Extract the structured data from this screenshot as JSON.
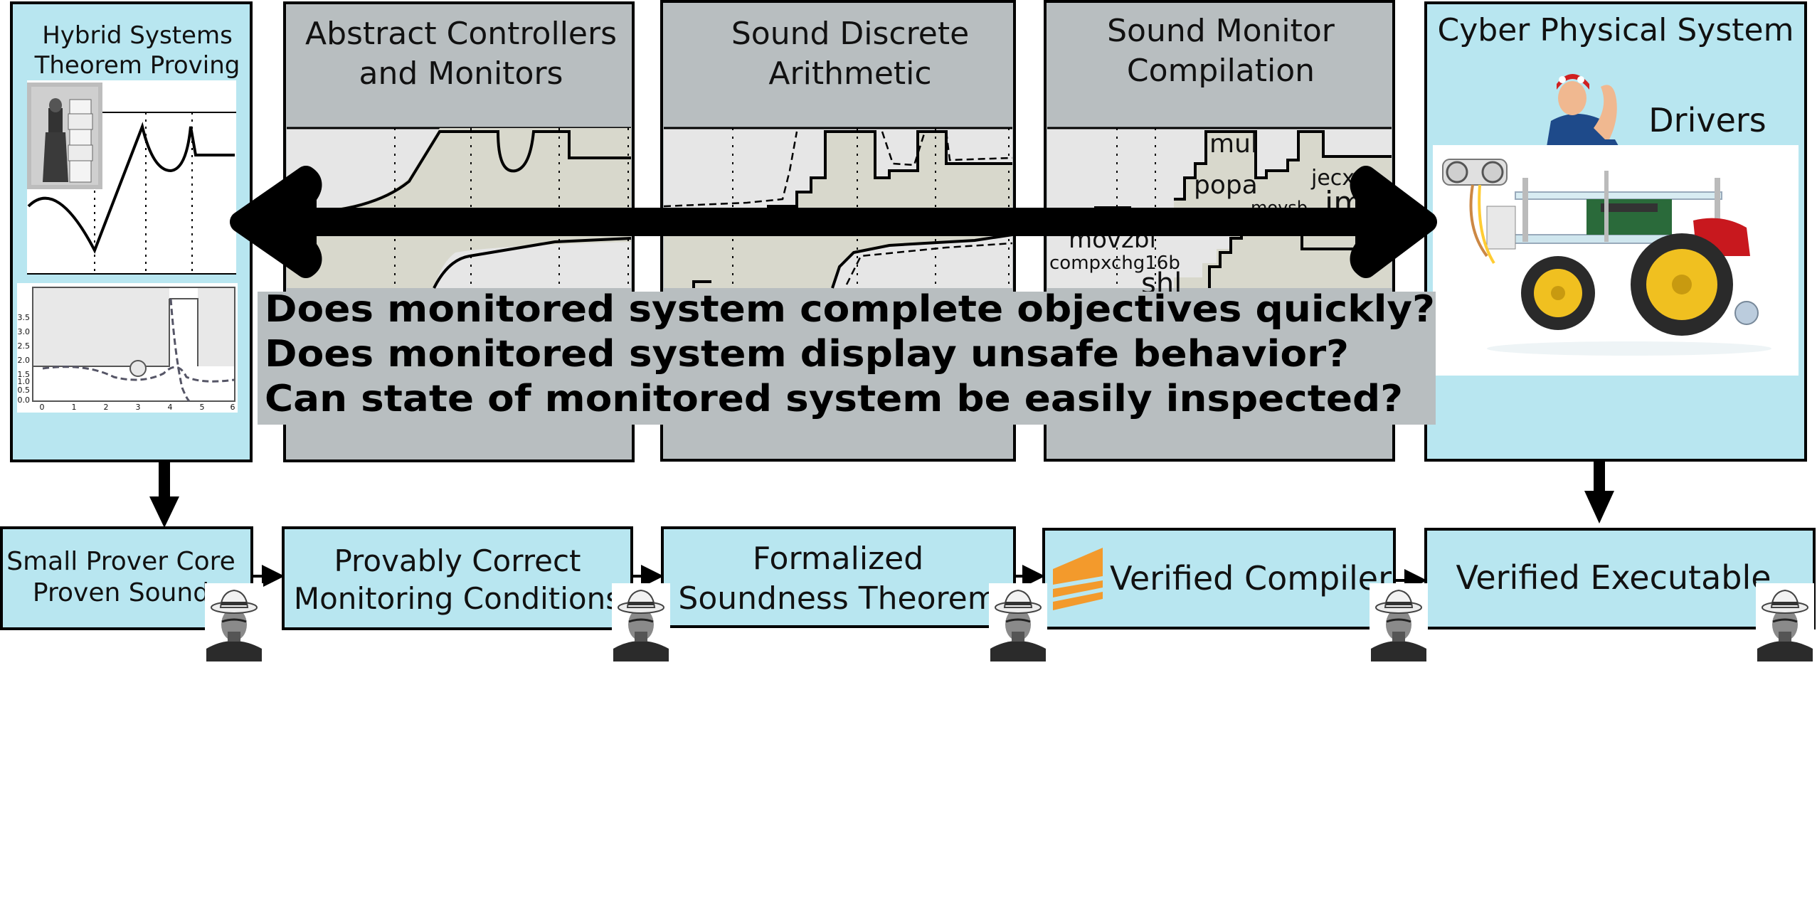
{
  "top_panels": {
    "hybrid": {
      "line1": "Hybrid Systems",
      "line2": "Theorem Proving"
    },
    "controllers": {
      "line1": "Abstract Controllers",
      "line2": "and Monitors"
    },
    "arith": {
      "line1": "Sound Discrete",
      "line2": "Arithmetic"
    },
    "compile": {
      "line1": "Sound Monitor",
      "line2": "Compilation"
    },
    "cps": {
      "line1": "Cyber Physical System",
      "line2": "Drivers"
    }
  },
  "instructions": [
    "mul",
    "popa",
    "jecxz",
    "movsb",
    "jmp",
    "movzbl",
    "compxchg16b",
    "shl"
  ],
  "questions": [
    "Does monitored system complete objectives quickly?",
    "Does monitored system display unsafe behavior?",
    "Can state of monitored system be easily inspected?"
  ],
  "bottom_boxes": {
    "prover": {
      "line1": "Small Prover Core",
      "line2": "Proven Sound"
    },
    "monitoring": {
      "line1": "Provably Correct",
      "line2": "Monitoring Conditions"
    },
    "soundness": {
      "line1": "Formalized",
      "line2": "Soundness Theorem"
    },
    "compiler": {
      "line1": "Verified Compiler"
    },
    "executable": {
      "line1": "Verified Executable"
    }
  },
  "plot_axis": {
    "y_ticks": [
      "3.5",
      "3.0",
      "2.5",
      "2.0",
      "1.5",
      "1.0",
      "0.5",
      "0.0"
    ],
    "x_ticks": [
      "0",
      "1",
      "2",
      "3",
      "4",
      "5",
      "6"
    ]
  },
  "colors": {
    "light_blue": "#b8e6f0",
    "panel_grey": "#b8bec0",
    "plot_bg": "#e6e6e6",
    "plot_fill": "#d8d8cc",
    "cake_orange": "#f39a2c",
    "wheel_yellow": "#f0c020"
  }
}
